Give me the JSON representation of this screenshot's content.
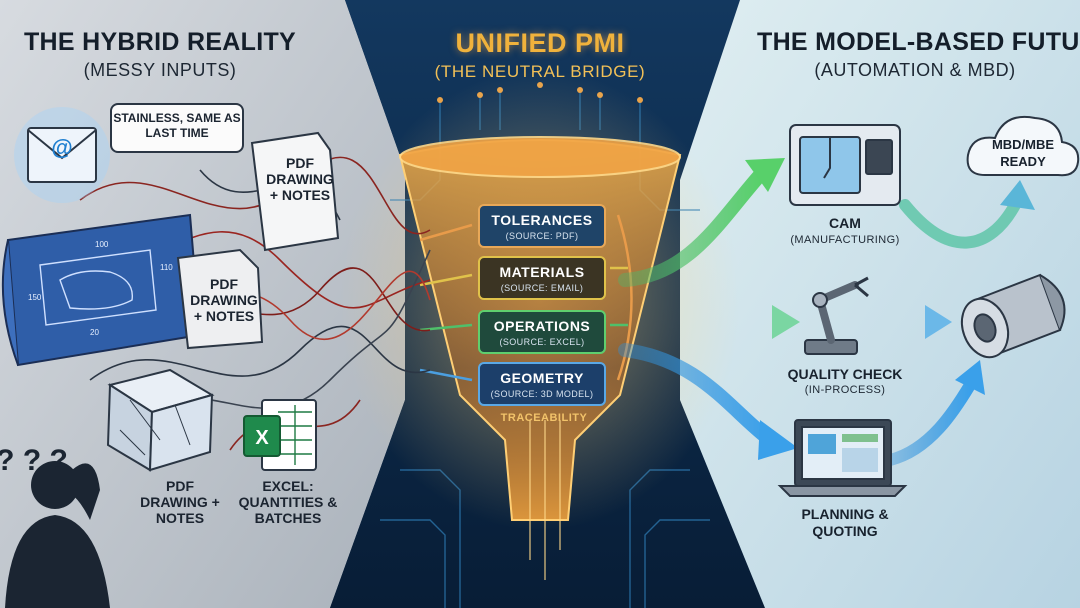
{
  "left": {
    "title": "THE HYBRID REALITY",
    "subtitle": "(MESSY INPUTS)",
    "bubble_text": "STAINLESS, SAME AS LAST TIME",
    "doc1": "PDF DRAWING + NOTES",
    "doc2": "PDF DRAWING + NOTES",
    "doc3": "PDF DRAWING + NOTES",
    "excel": "EXCEL: QUANTITIES & BATCHES",
    "question_marks": "? ? ?",
    "drawing_dims": [
      "100",
      "20",
      "150",
      "110"
    ]
  },
  "center": {
    "title": "UNIFIED PMI",
    "subtitle": "(THE NEUTRAL BRIDGE)",
    "boxes": [
      {
        "title": "TOLERANCES",
        "source": "(SOURCE: PDF)"
      },
      {
        "title": "MATERIALS",
        "source": "(SOURCE: EMAIL)"
      },
      {
        "title": "OPERATIONS",
        "source": "(SOURCE: EXCEL)"
      },
      {
        "title": "GEOMETRY",
        "source": "(SOURCE: 3D MODEL)"
      }
    ],
    "traceability": "TRACEABILITY"
  },
  "right": {
    "title": "THE MODEL-BASED FUTURE",
    "subtitle": "(AUTOMATION & MBD)",
    "cloud": "MBD/MBE READY",
    "cam_title": "CAM",
    "cam_sub": "(MANUFACTURING)",
    "qc_title": "QUALITY CHECK",
    "qc_sub": "(IN-PROCESS)",
    "plan_title": "PLANNING & QUOTING"
  },
  "colors": {
    "left_bg": "#c9ced4",
    "center_bg": "#0d2c4e",
    "right_bg": "#cfe3ea",
    "gold": "#f0b23c",
    "green_arrow": "#49c35c",
    "blue_arrow": "#2f8fd8",
    "red_line": "#9a2520"
  }
}
